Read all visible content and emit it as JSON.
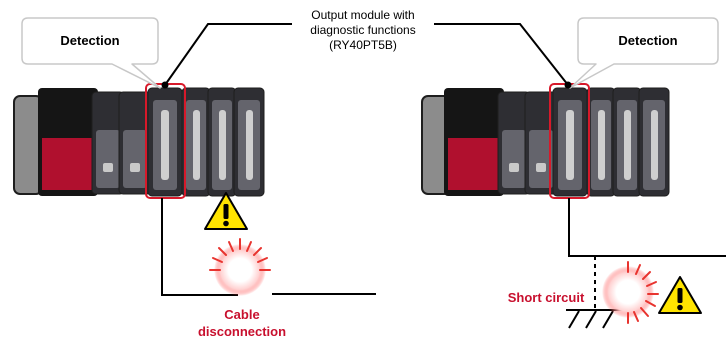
{
  "caption": {
    "lines": [
      "Output module with",
      "diagnostic functions",
      "(RY40PT5B)"
    ]
  },
  "callouts": {
    "left_label": "Detection",
    "right_label": "Detection"
  },
  "faults": {
    "cable_lines": [
      "Cable",
      "disconnection"
    ],
    "short_circuit": "Short circuit"
  },
  "colors": {
    "highlight": "#d7192a",
    "cpu_red": "#b0102e",
    "module_dark": "#2e2e33",
    "module_face": "#64646c",
    "alert_text": "#c8102e",
    "warning_yellow": "#ffe400"
  },
  "icons": {
    "warning": "warning-triangle-icon",
    "spark": "spark-burst-icon",
    "ground": "ground-icon"
  }
}
